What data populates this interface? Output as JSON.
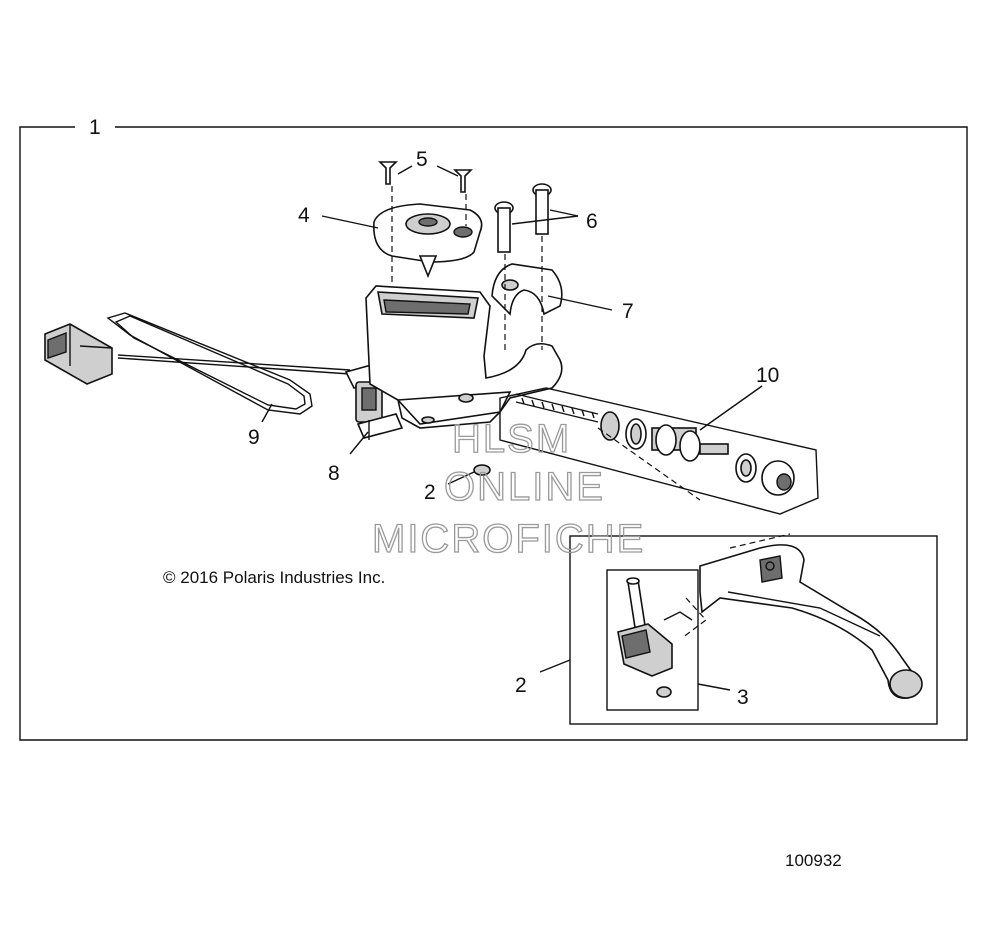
{
  "diagram": {
    "callouts": {
      "c1": "1",
      "c2a": "2",
      "c2b": "2",
      "c3": "3",
      "c4": "4",
      "c5": "5",
      "c6": "6",
      "c7": "7",
      "c8": "8",
      "c9": "9",
      "c10": "10"
    },
    "copyright": "© 2016 Polaris Industries Inc.",
    "figure_number": "100932",
    "watermark": {
      "line1": "HLSM",
      "line2": "ONLINE",
      "line3": "MICROFICHE"
    }
  }
}
